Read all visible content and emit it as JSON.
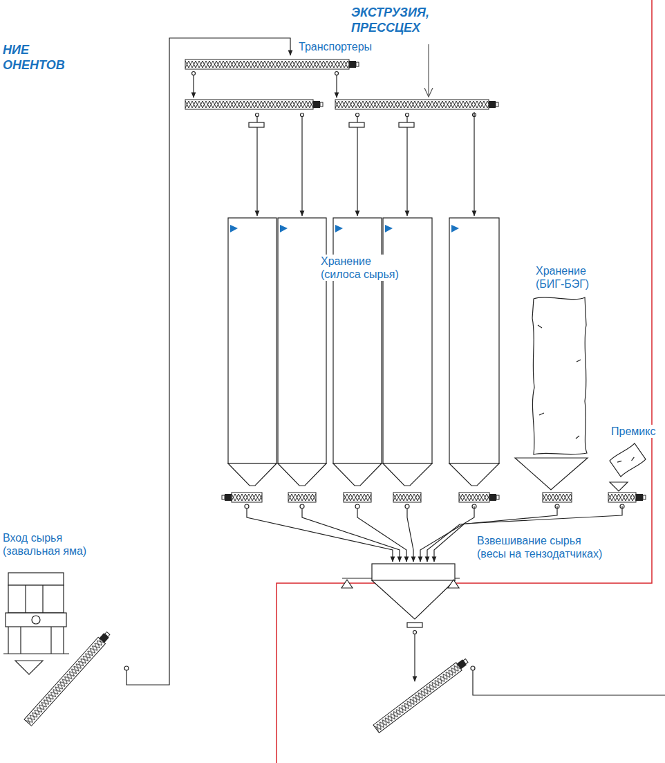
{
  "diagram": {
    "nodes": [
      {
        "text": [
          "Вход сырья (завальная яма)"
        ]
      },
      {
        "text": [
          "Транспортеры"
        ]
      },
      {
        "text": [
          "Хранение (силоса сырья)"
        ]
      },
      {
        "text": [
          "Хранение (БИГ-БЭГ)"
        ]
      },
      {
        "text": [
          "Премикс"
        ]
      },
      {
        "text": [
          "Взвешивание сырья (весы на тензодатчиках)"
        ]
      }
    ],
    "edges": [
      {
        "from": 0,
        "to": 1,
        "arrow": "to"
      },
      {
        "from": 1,
        "to": 2,
        "arrow": "to"
      },
      {
        "from": 2,
        "to": 5,
        "arrow": "to"
      },
      {
        "from": 3,
        "to": 5,
        "arrow": "to"
      },
      {
        "from": 4,
        "to": 5,
        "arrow": "to"
      }
    ],
    "labels": [
      "НИЕ ОНЕНТОВ",
      "ЭКСТРУЗИЯ, ПРЕССЦЕХ"
    ]
  }
}
